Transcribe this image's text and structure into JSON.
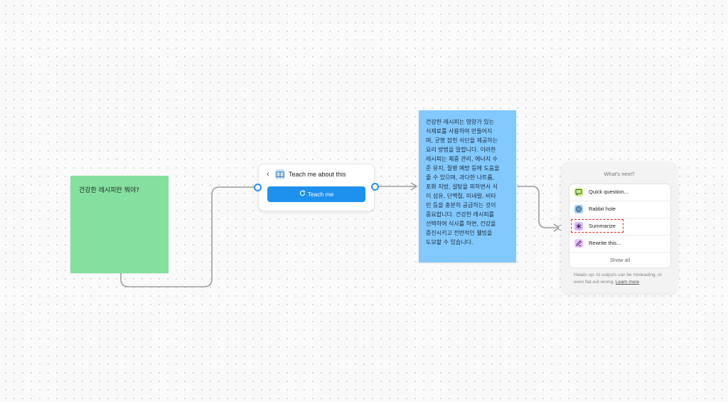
{
  "canvas": {
    "background": "#fafafa"
  },
  "green_sticky": {
    "text": "건강한 레시피란 뭐야?",
    "color": "#85df9f"
  },
  "teach_card": {
    "title": "Teach me about this",
    "button_label": "Teach me",
    "back_icon": "chevron-left-icon",
    "card_icon": "book-icon",
    "button_icon": "refresh-icon",
    "accent": "#1e90ee"
  },
  "blue_sticky": {
    "color": "#82c9ff",
    "lines": [
      "건강한 레시피는 영양가 있는",
      "식재료를 사용하여 만들어지",
      "며, 균형 잡힌 식단을 제공하는",
      "요리 방법을 말합니다. 이러한",
      "레시피는 체중 관리, 에너지 수",
      "준 유지, 질병 예방 등에 도움을",
      "줄 수 있으며, 과다한 나트륨,",
      "포화 지방, 설탕을 피하면서 식",
      "이 섬유, 단백질, 미네랄, 비타",
      "민 등을 충분히 공급하는 것이",
      "중요합니다. 건강한 레시피를",
      "선택하여 식사를 하면, 건강을",
      "증진시키고 전반적인 웰빙을",
      "도모할 수 있습니다."
    ]
  },
  "next_panel": {
    "heading": "What's next?",
    "options": [
      {
        "label": "Quick question...",
        "icon": "speech-bubble-icon",
        "icon_bg": "#c9ee8f"
      },
      {
        "label": "Rabbit hole",
        "icon": "spiral-icon",
        "icon_bg": "#9fd0f5"
      },
      {
        "label": "Summarize",
        "icon": "asterisk-icon",
        "icon_bg": "#d9b6f7"
      },
      {
        "label": "Rewrite this...",
        "icon": "pen-icon",
        "icon_bg": "#e5c3f7"
      }
    ],
    "show_all": "Show all",
    "disclaimer": "Heads up: AI outputs can be misleading, or even flat-out wrong.",
    "learn_more": "Learn more"
  }
}
